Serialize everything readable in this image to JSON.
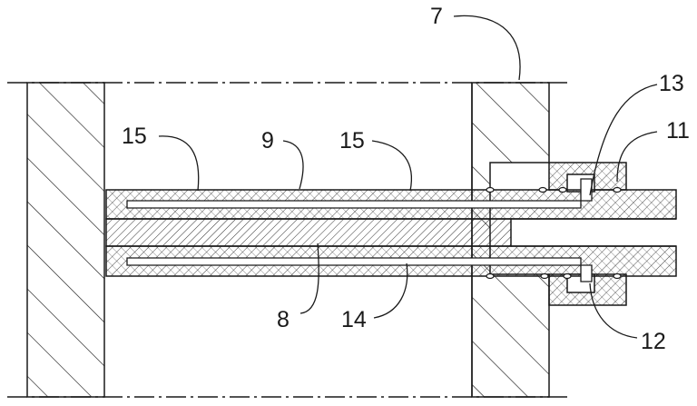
{
  "colors": {
    "line": "#1a1a1a",
    "background": "#ffffff"
  },
  "labels": {
    "l7": "7",
    "l15a": "15",
    "l9": "9",
    "l15b": "15",
    "l13": "13",
    "l11": "11",
    "l8": "8",
    "l14": "14",
    "l12": "12"
  }
}
